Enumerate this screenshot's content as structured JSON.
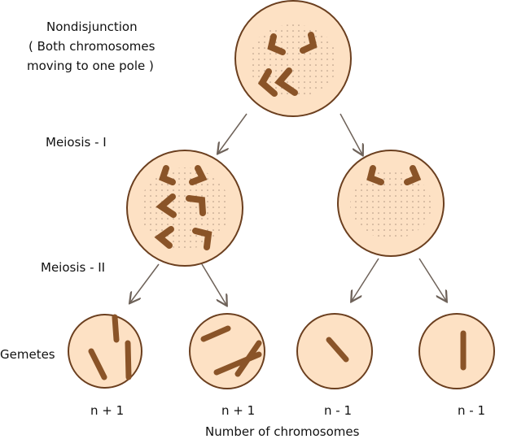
{
  "labels": {
    "nondisjunction": "Nondisjunction",
    "nondisjunction_note_1": "( Both chromosomes",
    "nondisjunction_note_2": "moving to one pole )",
    "meiosis1": "Meiosis -  I",
    "meiosis2": "Meiosis -  II",
    "gametes": "Gemetes",
    "axis_title": "Number of chromosomes"
  },
  "gametes": [
    {
      "count": "n + 1"
    },
    {
      "count": "n + 1"
    },
    {
      "count": "n - 1"
    },
    {
      "count": "n - 1"
    }
  ],
  "colors": {
    "cell_fill": "#fde1c4",
    "cell_stroke": "#6b3f1f",
    "chromosome": "#8a5428",
    "arrow": "#6e6259"
  }
}
